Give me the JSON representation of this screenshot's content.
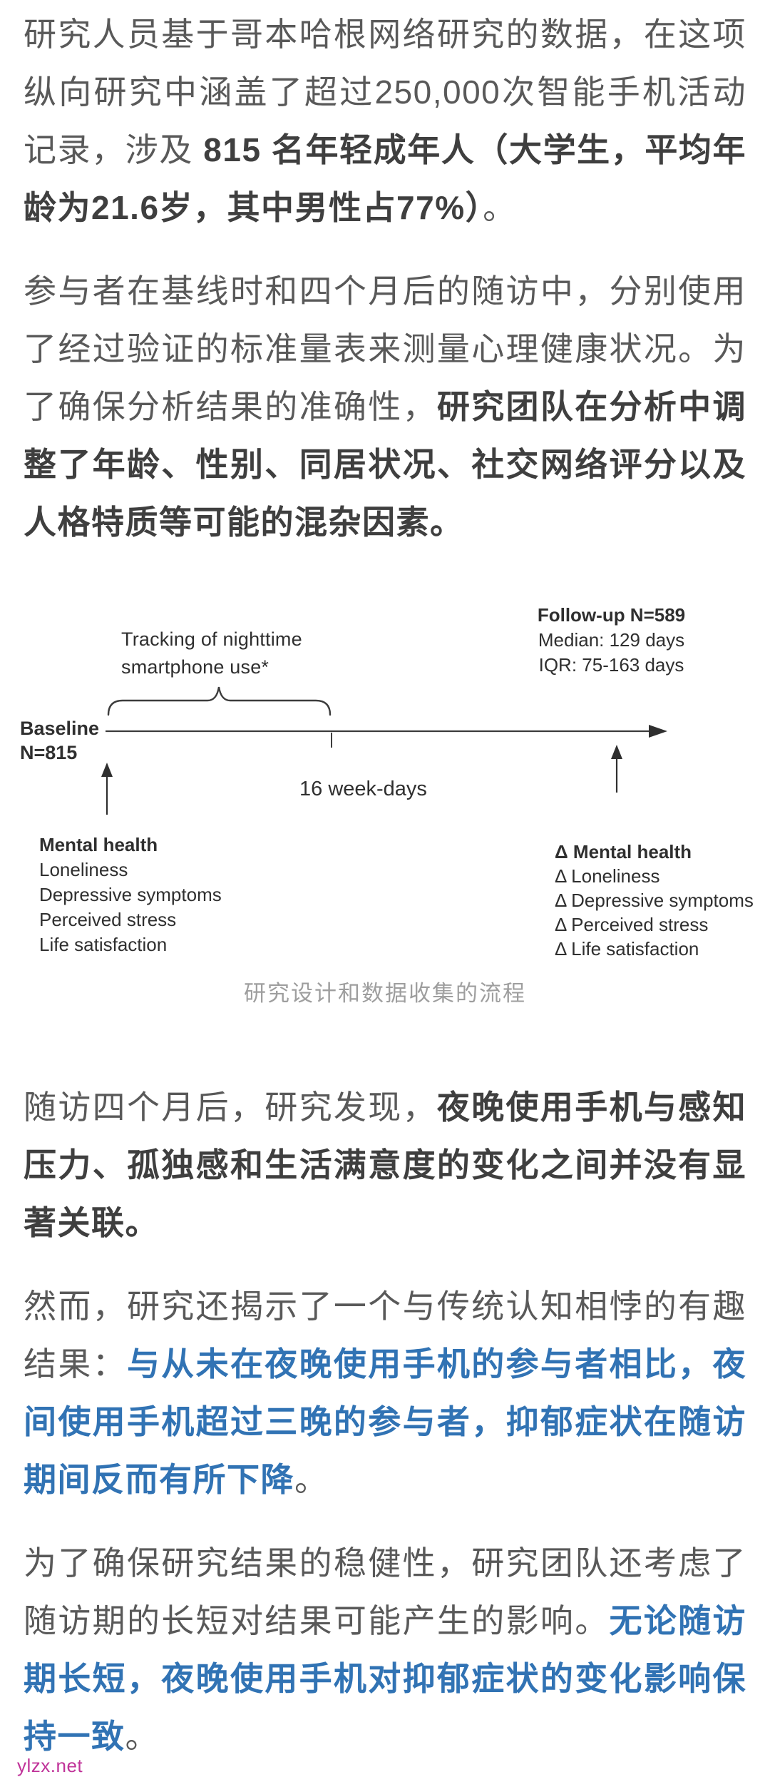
{
  "colors": {
    "body_text": "#595959",
    "bold_text": "#3f3f3f",
    "accent_blue": "#3173b4",
    "caption_gray": "#9e9e9e",
    "diagram_ink": "#2f2f2f",
    "diagram_line": "#3c3c3c",
    "watermark_pink": "#c03399",
    "page_bg": "#ffffff"
  },
  "article": {
    "paragraphs": [
      {
        "runs": [
          {
            "style": "normal",
            "text": "研究人员基于哥本哈根网络研究的数据，在这项纵向研究中涵盖了超过250,000次智能手机活动记录，涉及 "
          },
          {
            "style": "bold",
            "text": "815 名年轻成年人（大学生，平均年龄为21.6岁，其中男性占77%）"
          },
          {
            "style": "normal",
            "text": "。"
          }
        ]
      },
      {
        "runs": [
          {
            "style": "normal",
            "text": "参与者在基线时和四个月后的随访中，分别使用了经过验证的标准量表来测量心理健康状况。为了确保分析结果的准确性，"
          },
          {
            "style": "bold",
            "text": "研究团队在分析中调整了年龄、性别、同居状况、社交网络评分以及人格特质等可能的混杂因素。"
          }
        ]
      },
      {
        "runs": [
          {
            "style": "normal",
            "text": "随访四个月后，研究发现，"
          },
          {
            "style": "bold",
            "text": "夜晚使用手机与感知压力、孤独感和生活满意度的变化之间并没有显著关联。"
          }
        ]
      },
      {
        "runs": [
          {
            "style": "normal",
            "text": "然而，研究还揭示了一个与传统认知相悖的有趣结果："
          },
          {
            "style": "blue",
            "text": "与从未在夜晚使用手机的参与者相比，夜间使用手机超过三晚的参与者，抑郁症状在随访期间反而有所下降"
          },
          {
            "style": "normal",
            "text": "。"
          }
        ]
      },
      {
        "runs": [
          {
            "style": "normal",
            "text": "为了确保研究结果的稳健性，研究团队还考虑了随访期的长短对结果可能产生的影响。"
          },
          {
            "style": "blue",
            "text": "无论随访期长短，夜晚使用手机对抑郁症状的变化影响保持一致"
          },
          {
            "style": "normal",
            "text": "。"
          }
        ]
      }
    ]
  },
  "diagram": {
    "tracking_label_line1": "Tracking of nighttime",
    "tracking_label_line2": "smartphone use*",
    "followup_header": "Follow-up N=589",
    "followup_median": "Median: 129 days",
    "followup_iqr": "IQR: 75-163 days",
    "baseline_line1": "Baseline",
    "baseline_line2": "N=815",
    "duration_label": "16 week-days",
    "baseline_measures_title": "Mental health",
    "baseline_measures": [
      "Loneliness",
      "Depressive symptoms",
      "Perceived stress",
      "Life satisfaction"
    ],
    "followup_measures_title": "Δ Mental health",
    "followup_measures": [
      "Δ Loneliness",
      "Δ Depressive symptoms",
      "Δ Perceived stress",
      "Δ Life satisfaction"
    ],
    "caption": "研究设计和数据收集的流程"
  },
  "watermark": "ylzx.net"
}
